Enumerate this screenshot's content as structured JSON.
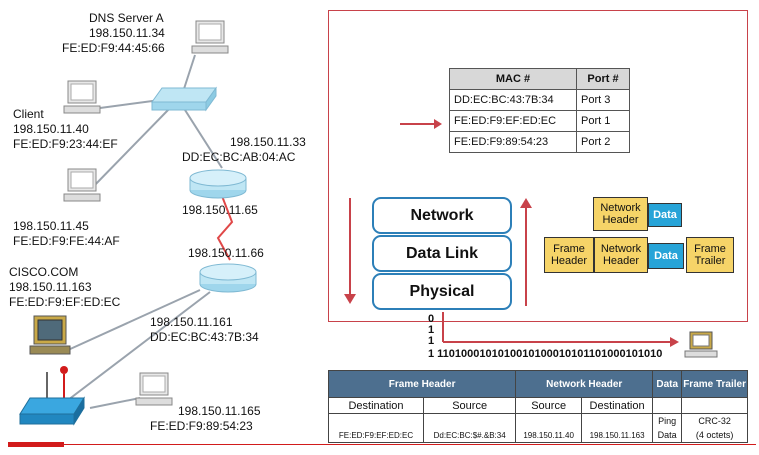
{
  "network": {
    "dns": {
      "name": "DNS Server A",
      "ip": "198.150.11.34",
      "mac": "FE:ED:F9:44:45:66"
    },
    "client": {
      "name": "Client",
      "ip": "198.150.11.40",
      "mac": "FE:ED:F9:23:44:EF"
    },
    "host45": {
      "ip": "198.150.11.45",
      "mac": "FE:ED:F9:FE:44:AF"
    },
    "router1": {
      "ip_top": "198.150.11.33",
      "mac_top": "DD:EC:BC:AB:04:AC",
      "ip_bottom": "198.150.11.65"
    },
    "router2": {
      "ip_top": "198.150.11.66",
      "ip_bottom": "198.150.11.161",
      "mac_bottom": "DD:EC:BC:43:7B:34"
    },
    "cisco": {
      "name": "CISCO.COM",
      "ip": "198.150.11.163",
      "mac": "FE:ED:F9:EF:ED:EC"
    },
    "host165": {
      "ip": "198.150.11.165",
      "mac": "FE:ED:F9:89:54:23"
    }
  },
  "mac_table": {
    "headers": [
      "MAC #",
      "Port #"
    ],
    "rows": [
      [
        "DD:EC:BC:43:7B:34",
        "Port 3"
      ],
      [
        "FE:ED:F9:EF:ED:EC",
        "Port 1"
      ],
      [
        "FE:ED:F9:89:54:23",
        "Port 2"
      ]
    ]
  },
  "layers": [
    "Network",
    "Data Link",
    "Physical"
  ],
  "encap": {
    "network_header": "Network Header",
    "data": "Data",
    "frame_header": "Frame Header",
    "frame_trailer": "Frame Trailer"
  },
  "bits": [
    "0",
    "1",
    "1",
    "1 1101000101010010100010101101000101010"
  ],
  "frame_table": {
    "groups": [
      "Frame Header",
      "Network Header",
      "Data",
      "Frame Trailer"
    ],
    "sub": [
      "Destination",
      "Source",
      "Source",
      "Destination",
      "",
      ""
    ],
    "sub2": [
      "",
      "",
      "",
      "",
      "Ping",
      "CRC-32"
    ],
    "values": [
      "FE:ED:F9:EF:ED:EC",
      "Dd:EC:BC:$#.&B:34",
      "198.150.11.40",
      "198.150.11.163",
      "Data",
      "(4 octets)"
    ]
  },
  "colors": {
    "accent_red": "#c8424a",
    "layer_blue": "#2c7fb8",
    "data_blue": "#27a4d8",
    "header_yellow": "#f6d468",
    "table_header": "#4d6f8f"
  }
}
